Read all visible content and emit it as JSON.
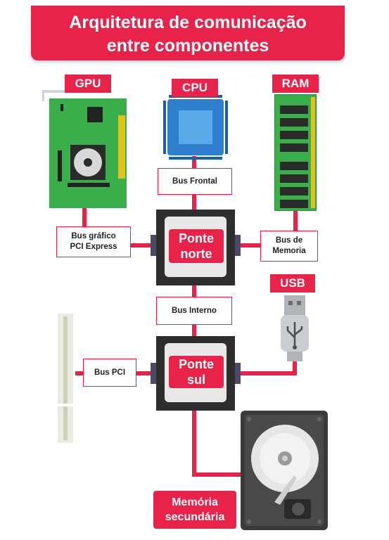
{
  "title": {
    "line1": "Arquitetura de comunicação",
    "line2": "entre componentes"
  },
  "components": {
    "gpu": "GPU",
    "cpu": "CPU",
    "ram": "RAM",
    "usb": "USB"
  },
  "buses": {
    "front": "Bus Frontal",
    "pci_express_1": "Bus gráfico",
    "pci_express_2": "PCI Express",
    "memory_1": "Bus de",
    "memory_2": "Memoria",
    "internal": "Bus Interno",
    "pci": "Bus PCI"
  },
  "chips": {
    "north_1": "Ponte",
    "north_2": "norte",
    "south_1": "Ponte",
    "south_2": "sul"
  },
  "storage": {
    "line1": "Memória",
    "line2": "secundária"
  },
  "colors": {
    "accent": "#e8234a",
    "chip": "#2e2e2e",
    "pcb": "#3aae4a"
  }
}
